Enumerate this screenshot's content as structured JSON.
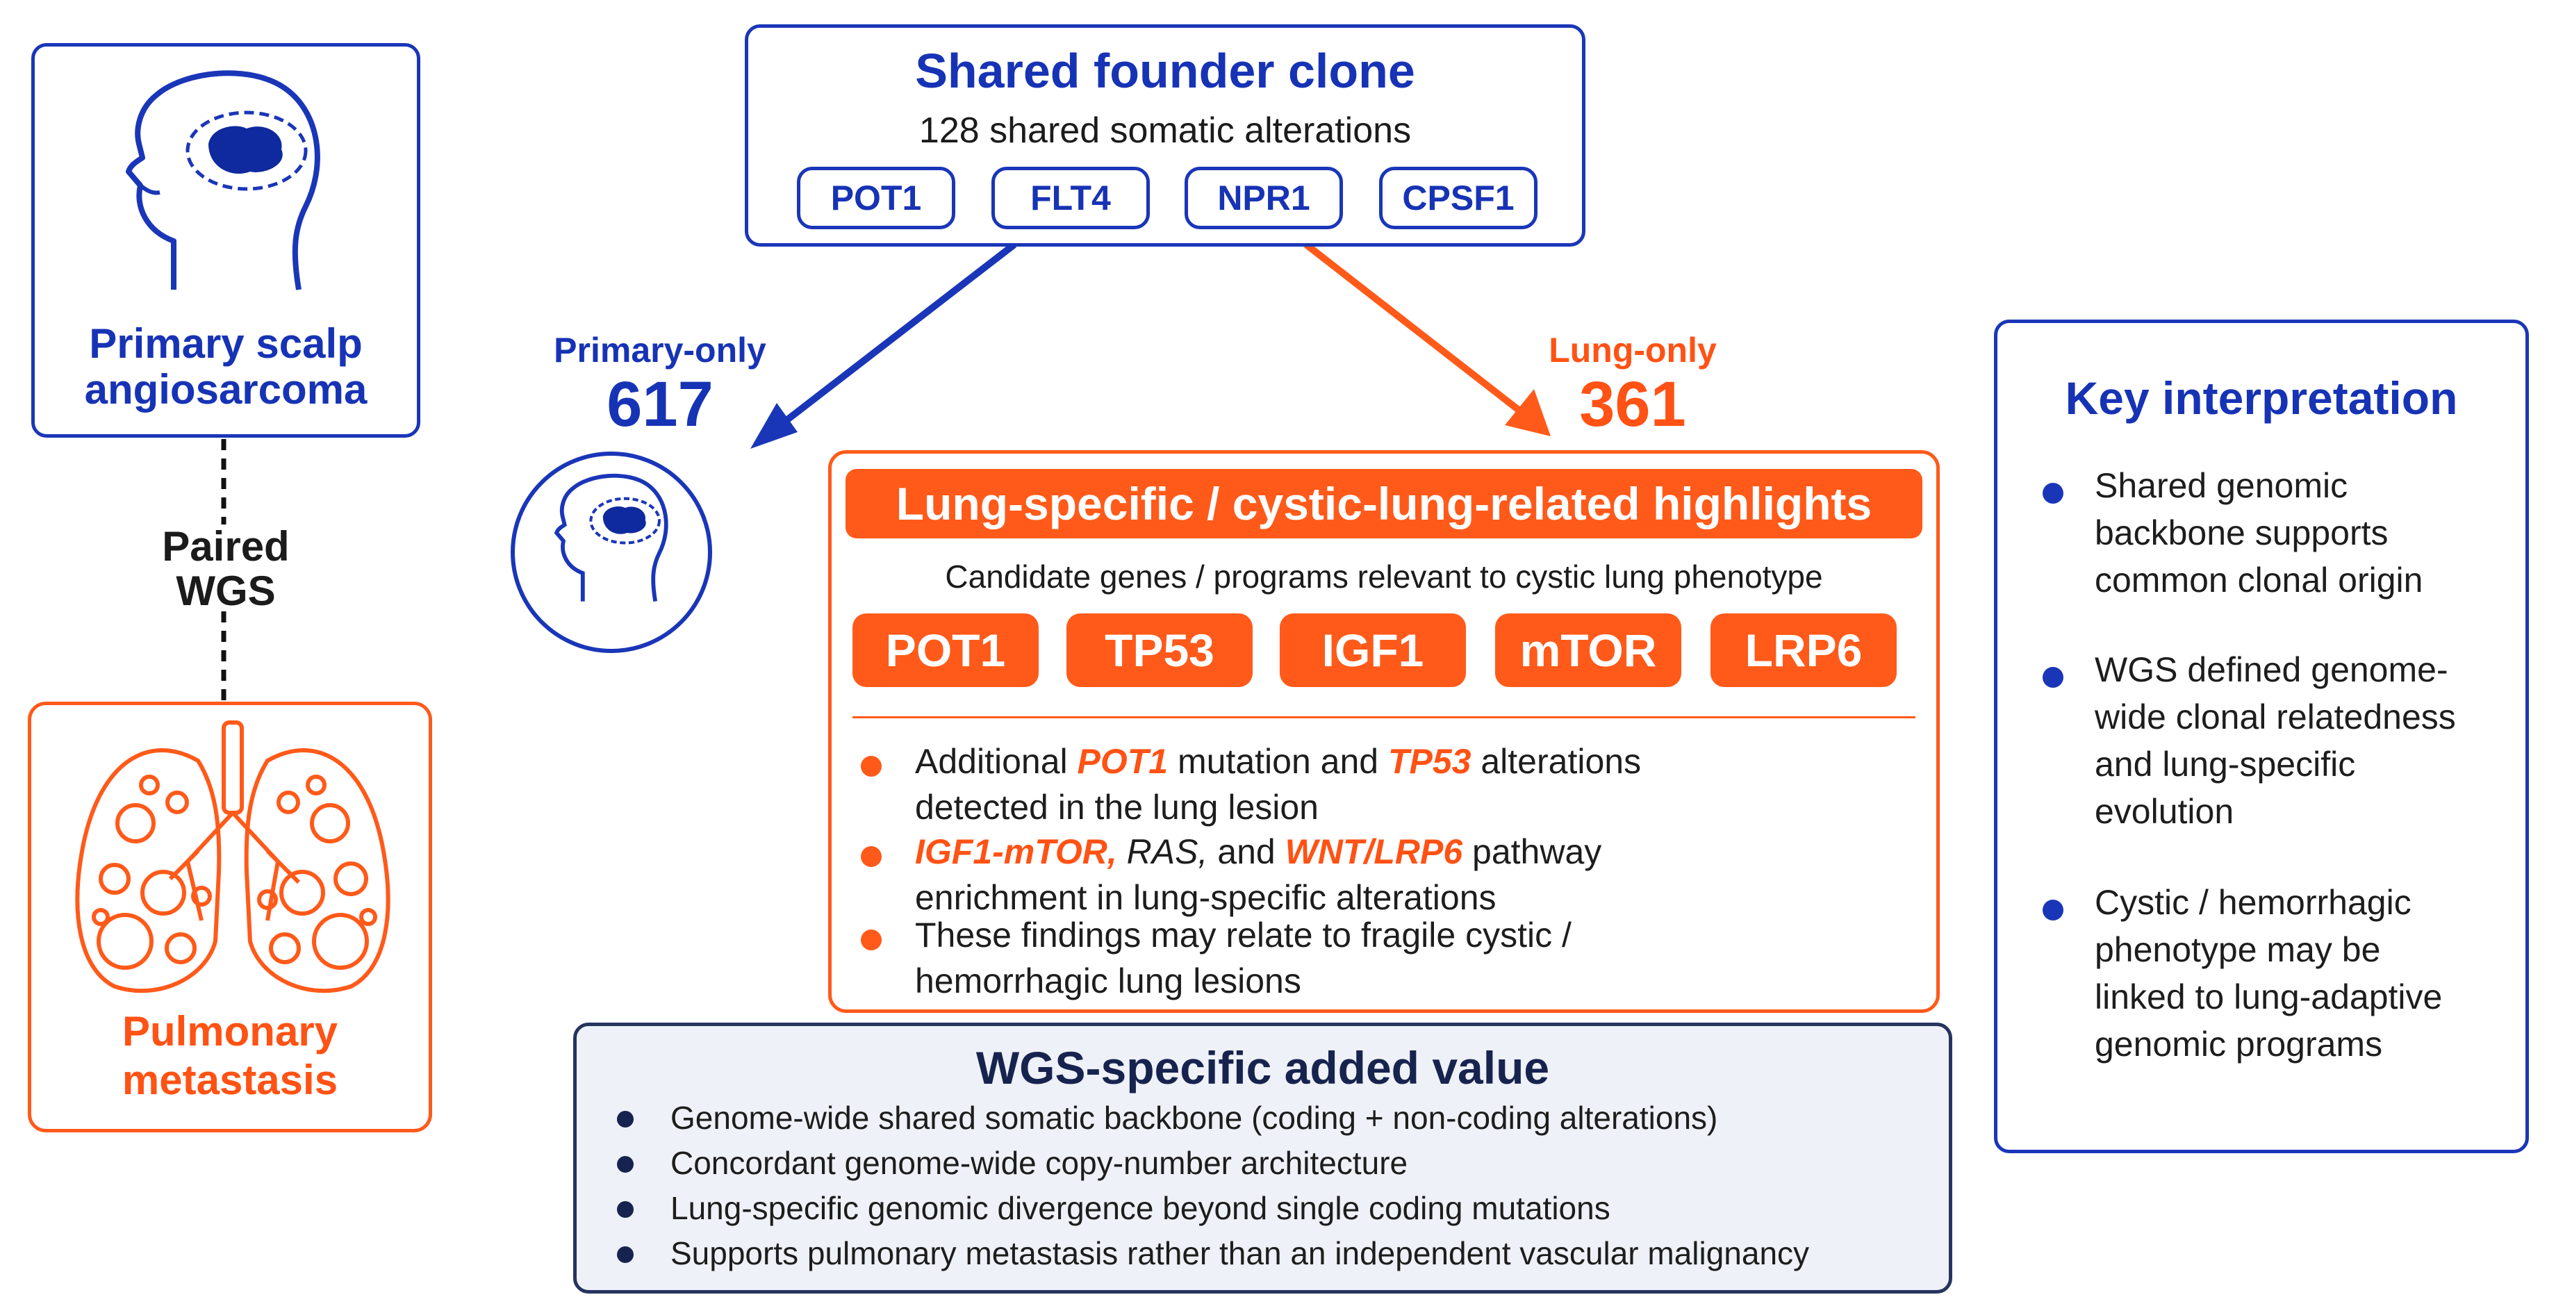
{
  "left": {
    "primary_label_l1": "Primary scalp",
    "primary_label_l2": "angiosarcoma",
    "paired_l1": "Paired",
    "paired_l2": "WGS",
    "meta_label_l1": "Pulmonary",
    "meta_label_l2": "metastasis"
  },
  "founder": {
    "title": "Shared founder clone",
    "subtitle": "128 shared somatic alterations",
    "genes": [
      "POT1",
      "FLT4",
      "NPR1",
      "CPSF1"
    ]
  },
  "primary_only": {
    "label": "Primary-only",
    "count": "617"
  },
  "lung_only": {
    "label": "Lung-only",
    "count": "361"
  },
  "lung_panel": {
    "header": "Lung-specific / cystic-lung-related highlights",
    "subtitle": "Candidate genes / programs relevant to cystic lung phenotype",
    "genes": [
      "POT1",
      "TP53",
      "IGF1",
      "mTOR",
      "LRP6"
    ],
    "b1": {
      "a": "Additional ",
      "e1": "POT1",
      "b": " mutation and ",
      "e2": "TP53",
      "c": " alterations",
      "l2": "detected in the lung lesion"
    },
    "b2": {
      "e1": "IGF1-mTOR,",
      "a": " RAS,",
      "b": " and ",
      "e2": "WNT/LRP6",
      "c": " pathway",
      "l2": "enrichment in lung-specific alterations"
    },
    "b3": {
      "l1": "These findings may relate to fragile cystic /",
      "l2": "hemorrhagic lung lesions"
    }
  },
  "wgs": {
    "title": "WGS-specific added value",
    "items": [
      "Genome-wide shared somatic backbone (coding + non-coding alterations)",
      "Concordant genome-wide copy-number architecture",
      "Lung-specific genomic divergence beyond single coding mutations",
      "Supports pulmonary metastasis rather than an independent vascular malignancy"
    ]
  },
  "key": {
    "title": "Key interpretation",
    "items": [
      [
        "Shared genomic",
        "backbone supports",
        "common clonal origin"
      ],
      [
        "WGS defined genome-",
        "wide clonal relatedness",
        "and lung-specific",
        "evolution"
      ],
      [
        "Cystic / hemorrhagic",
        "phenotype may be",
        "linked to lung-adaptive",
        "genomic programs"
      ]
    ]
  },
  "colors": {
    "blue": "#1a36b8",
    "orange": "#ff5a1a",
    "navy": "#17234f"
  },
  "icons": [
    "head-brain-icon",
    "lungs-icon",
    "head-brain-circle-icon"
  ]
}
